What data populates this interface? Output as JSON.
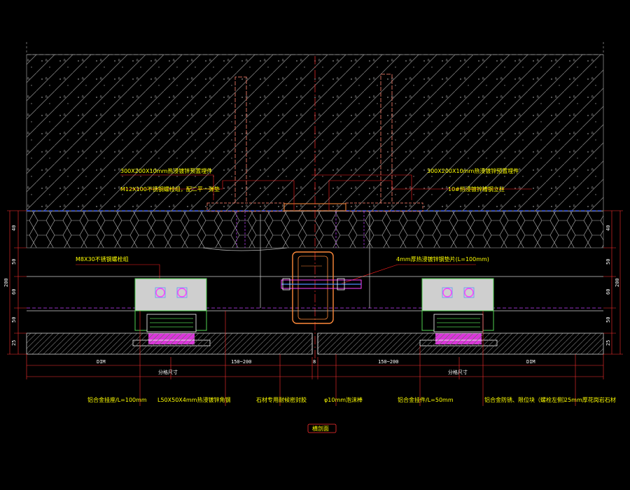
{
  "drawing": {
    "colors": {
      "background": "#000000",
      "concrete_hatch": "#8a8a8a",
      "insulation": "#bdbdbd",
      "embed_plate": "#d06a5a",
      "steel": "#ff8a3a",
      "bracket": "#cfcfcf",
      "dim_line": "#ff3030",
      "label": "#ffff00",
      "guide_line": "#ff2020",
      "hidden_line": "#c040ff",
      "blue_line": "#2a50ff",
      "green_outline": "#4fd14f",
      "bolt": "#ff40ff"
    },
    "title_tag": "横剖面",
    "labels_top": {
      "embed_plate_left": "300X200X10mm热浸镀锌预置埋件",
      "embed_plate_right": "300X200X10mm热浸镀锌预置埋件",
      "anchor_bolt": "M12X100不锈钢螺栓组，配二平一弹垫",
      "steel_channel": "10#热浸镀锌槽钢立柱",
      "bolt_group": "M8X30不锈钢螺栓组",
      "gusset": "4mm厚热浸镀锌钢垫片(L=100mm)"
    },
    "labels_bottom": [
      "铝合金挂座/L=100mm",
      "L50X50X4mm热浸镀锌角钢",
      "石材专用耐候密封胶",
      "φ10mm泡沫棒",
      "铝合金挂件/L=50mm",
      "铝合金防锈、限位块（螺栓左侧）",
      "25mm厚花岗岩石材"
    ],
    "dims_bottom": {
      "left_dim": "DIM",
      "left_module": "分格尺寸",
      "left_span": "150~200",
      "joint": "8",
      "right_span": "150~200",
      "right_module": "分格尺寸",
      "right_dim": "DIM"
    },
    "dims_side": {
      "left": [
        "40",
        "50",
        "60",
        "50",
        "25"
      ],
      "left_total": "200",
      "right": [
        "40",
        "50",
        "60",
        "50",
        "25"
      ],
      "right_total": "200"
    }
  }
}
